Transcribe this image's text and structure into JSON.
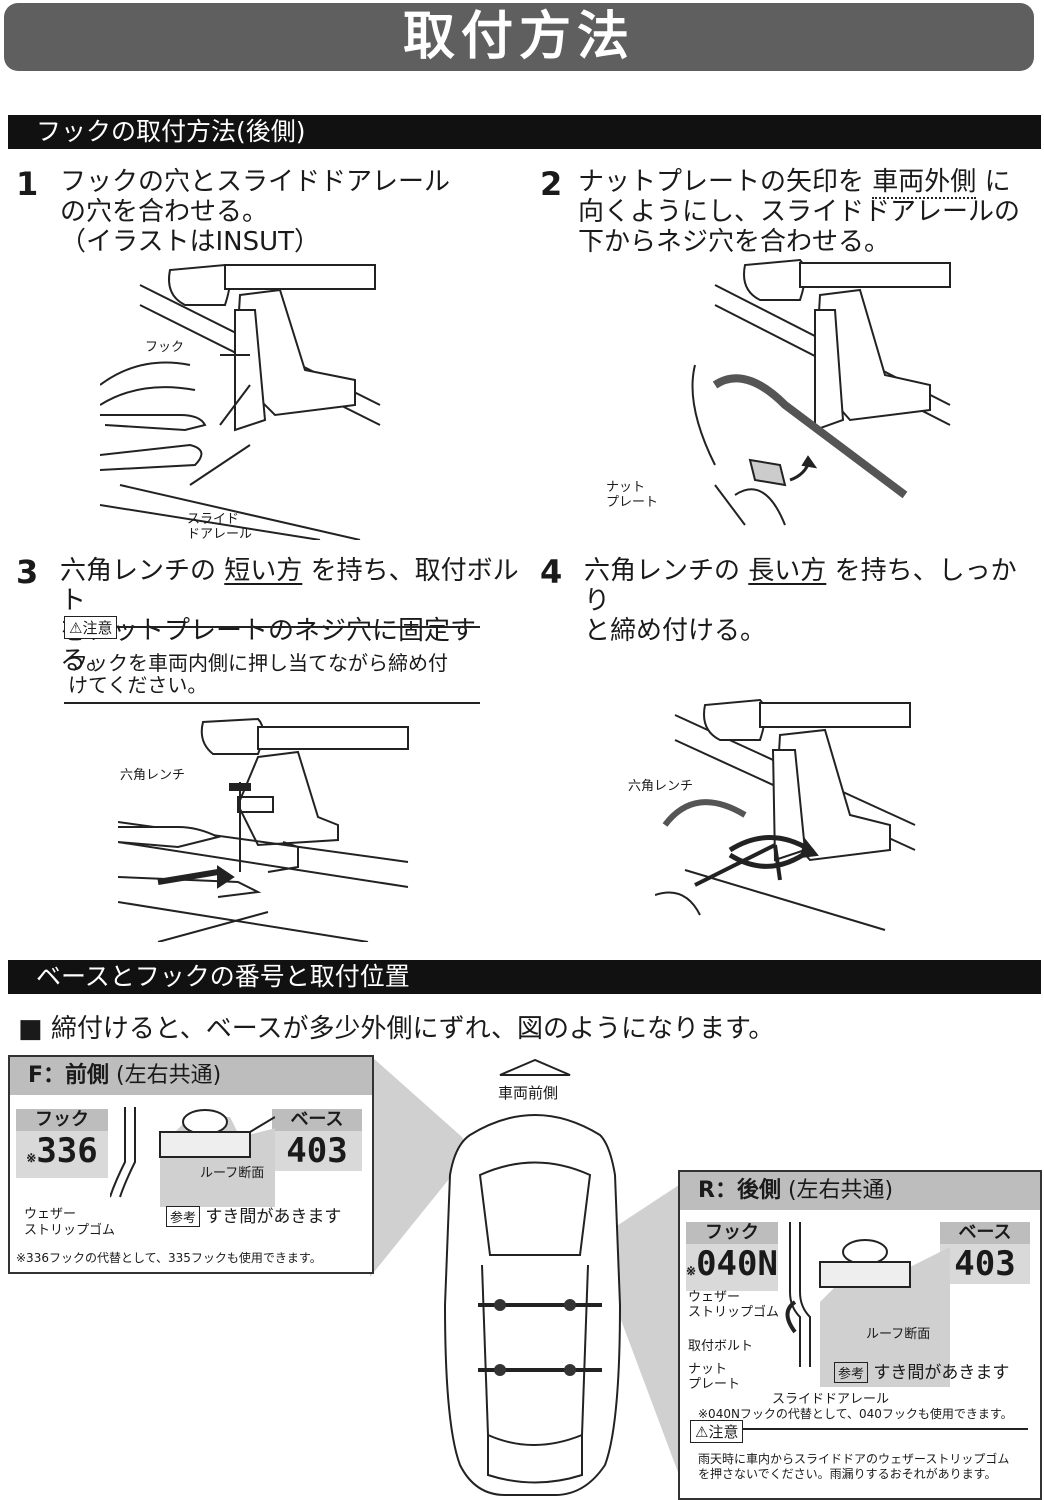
{
  "title": "取付方法",
  "section1": {
    "heading": "フックの取付方法(後側)",
    "steps": [
      {
        "num": "1",
        "line1": "フックの穴とスライドドアレール",
        "line2": "の穴を合わせる。",
        "line3": "（イラストはINSUT）",
        "labels": {
          "hook": "フック",
          "rail1": "スライド",
          "rail2": "ドアレール"
        }
      },
      {
        "num": "2",
        "line1a": "ナットプレートの矢印を",
        "line1b": "車両外側",
        "line1c": "に",
        "line2": "向くようにし、スライドドアレールの",
        "line3": "下からネジ穴を合わせる。",
        "labels": {
          "nut1": "ナット",
          "nut2": "プレート"
        }
      },
      {
        "num": "3",
        "line1a": "六角レンチの",
        "line1b": "短い方",
        "line1c": "を持ち、取付ボルト",
        "line2": "をナットプレートのネジ穴に固定する。",
        "caution": {
          "badge": "注意",
          "line1": "フックを車両内側に押し当てながら締め付",
          "line2": "けてください。"
        },
        "labels": {
          "wrench": "六角レンチ"
        }
      },
      {
        "num": "4",
        "line1a": "六角レンチの",
        "line1b": "長い方",
        "line1c": "を持ち、しっかり",
        "line2": "と締め付ける。",
        "labels": {
          "wrench": "六角レンチ"
        }
      }
    ]
  },
  "section2": {
    "heading": "ベースとフックの番号と取付位置",
    "note": "■ 締付けると、ベースが多少外側にずれ、図のようになります。",
    "car_front": "車両前側",
    "front_panel": {
      "title_bold": "F：前側",
      "title_rest": "(左右共通)",
      "hook_label": "フック",
      "hook_mark": "※",
      "hook_num": "336",
      "base_label": "ベース",
      "base_num": "403",
      "roof": "ルーフ断面",
      "weather1": "ウェザー",
      "weather2": "ストリップゴム",
      "ref_badge": "参考",
      "gap": "すき間があきます",
      "footnote": "※336フックの代替として、335フックも使用できます。"
    },
    "rear_panel": {
      "title_bold": "R：後側",
      "title_rest": "(左右共通)",
      "hook_label": "フック",
      "hook_mark": "※",
      "hook_num": "040N",
      "base_label": "ベース",
      "base_num": "403",
      "weather1": "ウェザー",
      "weather2": "ストリップゴム",
      "roof": "ルーフ断面",
      "bolt": "取付ボルト",
      "nut1": "ナット",
      "nut2": "プレート",
      "ref_badge": "参考",
      "gap": "すき間があきます",
      "rail": "スライドドアレール",
      "footnote": "※040Nフックの代替として、040フックも使用できます。",
      "caution_badge": "注意",
      "caution1": "雨天時に車内からスライドドアのウェザーストリップゴム",
      "caution2": "を押さないでください。雨漏りするおそれがあります。"
    }
  }
}
